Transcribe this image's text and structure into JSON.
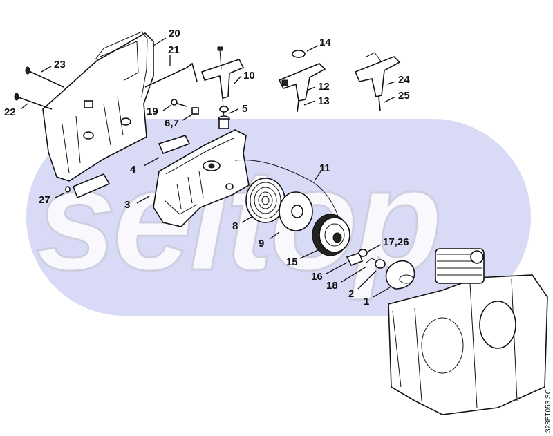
{
  "diagram": {
    "watermark": "seltop",
    "side_code": "323ET053 SC",
    "colors": {
      "band": "#d9daf6",
      "line": "#111111"
    },
    "callouts": [
      {
        "id": "20",
        "text": "20"
      },
      {
        "id": "21",
        "text": "21"
      },
      {
        "id": "23",
        "text": "23"
      },
      {
        "id": "22",
        "text": "22"
      },
      {
        "id": "10",
        "text": "10"
      },
      {
        "id": "19",
        "text": "19"
      },
      {
        "id": "5",
        "text": "5"
      },
      {
        "id": "6-7",
        "text": "6,7"
      },
      {
        "id": "14",
        "text": "14"
      },
      {
        "id": "12",
        "text": "12"
      },
      {
        "id": "13",
        "text": "13"
      },
      {
        "id": "24",
        "text": "24"
      },
      {
        "id": "25",
        "text": "25"
      },
      {
        "id": "4",
        "text": "4"
      },
      {
        "id": "11",
        "text": "11"
      },
      {
        "id": "27",
        "text": "27"
      },
      {
        "id": "3",
        "text": "3"
      },
      {
        "id": "8",
        "text": "8"
      },
      {
        "id": "9",
        "text": "9"
      },
      {
        "id": "17-26",
        "text": "17,26"
      },
      {
        "id": "15",
        "text": "15"
      },
      {
        "id": "16",
        "text": "16"
      },
      {
        "id": "18",
        "text": "18"
      },
      {
        "id": "2",
        "text": "2"
      },
      {
        "id": "1",
        "text": "1"
      }
    ]
  }
}
